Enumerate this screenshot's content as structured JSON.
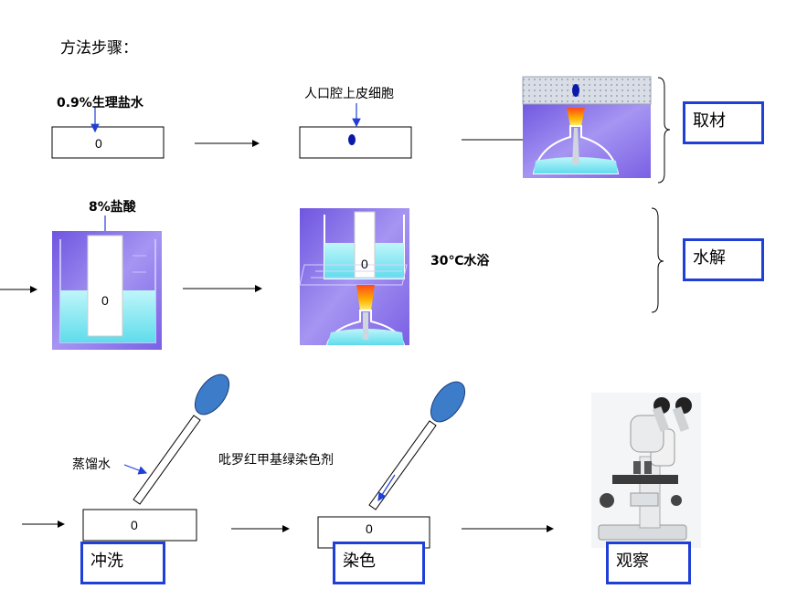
{
  "title": "方法步骤：",
  "labels": {
    "saline": "0.9%生理盐水",
    "oral_cells": "人口腔上皮细胞",
    "hcl": "8%盐酸",
    "water_bath": "30℃水浴",
    "distilled_water": "蒸馏水",
    "stain": "吡罗红甲基绿染色剂"
  },
  "steps": [
    "取材",
    "水解",
    "冲洗",
    "染色",
    "观察"
  ],
  "marks": {
    "slide_o": "0",
    "slide_water": "0",
    "slide_beaker_hot": "0",
    "slide_rinse": "0",
    "slide_stain": "0"
  },
  "colors": {
    "box_border": "#1f3fd6",
    "arrow_label": "#1f3fd6",
    "cell": "#0a1aa8",
    "purple_bg": "#8a72ea",
    "water": "#7ee9f2",
    "swab_head": "#3d7cc9"
  }
}
